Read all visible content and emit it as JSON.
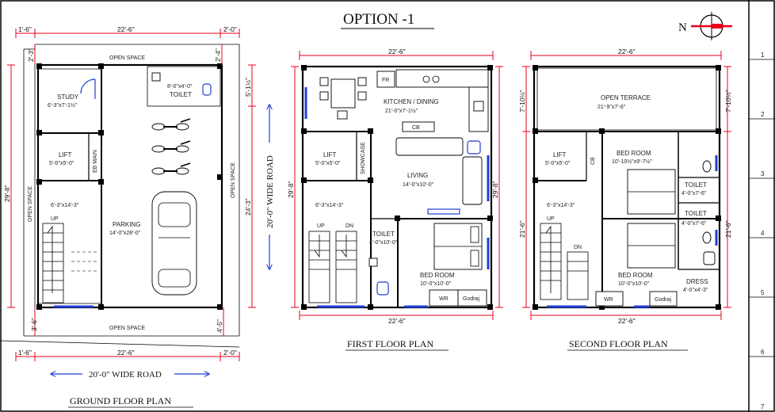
{
  "title": "OPTION -1",
  "north": "N",
  "grid_numbers": [
    "1",
    "2",
    "3",
    "4",
    "5",
    "6",
    "7"
  ],
  "colors": {
    "dimension": "#e8001c",
    "window": "#1f3fd6",
    "wall": "#000000"
  },
  "ground": {
    "caption": "GROUND FLOOR PLAN",
    "road_label": "20'-0\" WIDE ROAD",
    "side_road_label": "20'-0\" WIDE ROAD",
    "dims": {
      "top_left": "1'-6\"",
      "top_mid": "22'-6\"",
      "top_right": "2'-0\"",
      "bot_left": "1'-6\"",
      "bot_mid": "22'-6\"",
      "bot_right": "2'-0\"",
      "left_total": "29'-8\"",
      "left_top": "2'-3\"",
      "left_bot": "3'-6\"",
      "right_top": "2'-4\"",
      "right_mid1": "5'-1½\"",
      "right_mid2": "24'-3\"",
      "right_bot": "4'-5\""
    },
    "rooms": {
      "open_space_top": "OPEN SPACE",
      "open_space_bottom": "OPEN SPACE",
      "open_space_left": "OPEN SPACE",
      "open_space_right": "OPEN SPACE",
      "study": "STUDY",
      "study_size": "6'-3\"x7'-1½\"",
      "toilet": "TOILET",
      "toilet_size": "8'-0\"x4'-0\"",
      "lift": "LIFT",
      "lift_size": "5'-0\"x5'-0\"",
      "eb_main": "EB MAIN",
      "stair_size": "6'-3\"x14'-3\"",
      "up": "UP",
      "parking": "PARKING",
      "parking_size": "14'-0\"x28'-0\""
    }
  },
  "first": {
    "caption": "FIRST FLOOR PLAN",
    "dims": {
      "top": "22'-6\"",
      "bottom": "22'-6\"",
      "left": "29'-8\"",
      "right": "29'-8\""
    },
    "rooms": {
      "fr": "FR",
      "kitchen": "KITCHEN / DINING",
      "kitchen_size": "21'-0\"x7'-1½\"",
      "cb": "CB",
      "lift": "LIFT",
      "lift_size": "5'-0\"x5'-0\"",
      "showcase": "SHOWCASE",
      "living": "LIVING",
      "living_size": "14'-0\"x10'-0\"",
      "stair_size": "6'-3\"x14'-3\"",
      "up": "UP",
      "dn": "DN",
      "toilet": "TOILET",
      "toilet_size": "4'-0\"x10'-0\"",
      "bedroom": "BED ROOM",
      "bedroom_size": "10'-0\"x10'-0\"",
      "wr": "WR",
      "godrej": "Godraj"
    }
  },
  "second": {
    "caption": "SECOND FLOOR PLAN",
    "dims": {
      "top": "22'-6\"",
      "right_top": "7'-10½\"",
      "left_top": "7'-10½\"",
      "left_bot": "21'-6\"",
      "right_bot": "21'-6\"",
      "bottom": "22'-6\""
    },
    "rooms": {
      "terrace": "OPEN TERRACE",
      "terrace_size": "21'-9\"x7'-6\"",
      "lift": "LIFT",
      "lift_size": "5'-0\"x5'-0\"",
      "cb": "CB",
      "bedroom1": "BED ROOM",
      "bedroom1_size": "10'-10½\"x9'-7½\"",
      "toilet1": "TOILET",
      "toilet1_size": "4'-0\"x7'-6\"",
      "toilet2": "TOILET",
      "toilet2_size": "4'-0\"x7'-6\"",
      "stair_size": "6'-3\"x14'-3\"",
      "up": "UP",
      "dn": "DN",
      "bedroom2": "BED ROOM",
      "bedroom2_size": "10'-0\"x10'-0\"",
      "dress": "DRESS",
      "dress_size": "4'-0\"x4'-3\"",
      "wr": "WR",
      "godrej": "Godraj"
    }
  }
}
